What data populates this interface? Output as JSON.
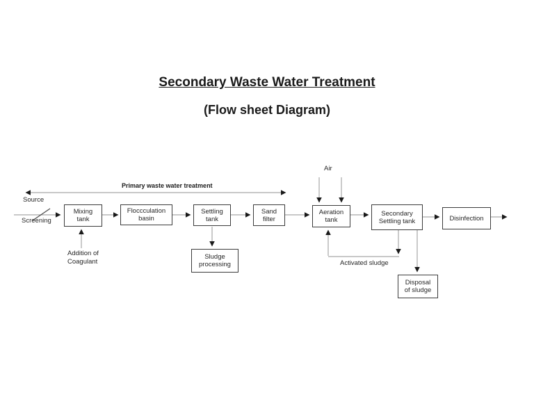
{
  "title": {
    "main": "Secondary Waste Water Treatment",
    "sub": "(Flow sheet Diagram)"
  },
  "labels": {
    "primary_treatment": "Primary waste water treatment",
    "source": "Source",
    "screening": "Screening",
    "coagulant": "Addition of\nCoagulant",
    "air": "Air",
    "activated_sludge": "Activated sludge"
  },
  "boxes": [
    {
      "id": "mixing-tank",
      "label": "Mixing\ntank"
    },
    {
      "id": "flocculation-basin",
      "label": "Floccculation\nbasin"
    },
    {
      "id": "settling-tank",
      "label": "Settling\ntank"
    },
    {
      "id": "sand-filter",
      "label": "Sand\nfilter"
    },
    {
      "id": "aeration-tank",
      "label": "Aeration\ntank"
    },
    {
      "id": "secondary-settling-tank",
      "label": "Secondary\nSettling tank"
    },
    {
      "id": "disinfection",
      "label": "Disinfection"
    },
    {
      "id": "sludge-processing",
      "label": "Sludge\nprocessing"
    },
    {
      "id": "disposal-of-sludge",
      "label": "Disposal\nof sludge"
    }
  ],
  "colors": {
    "background": "#ffffff",
    "text": "#262626",
    "box_border": "#3a3a3a",
    "connector": "#a6a6a6",
    "arrowhead": "#1a1a1a"
  }
}
